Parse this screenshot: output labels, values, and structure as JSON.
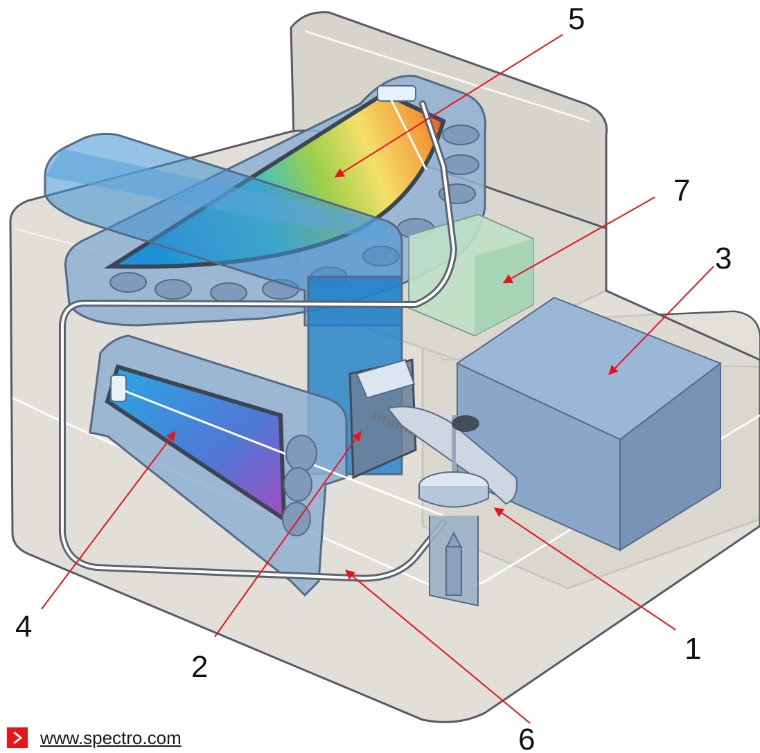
{
  "callouts": {
    "c1": "1",
    "c2": "2",
    "c3": "3",
    "c4": "4",
    "c5": "5",
    "c6": "6",
    "c7": "7"
  },
  "footer": {
    "url": "www.spectro.com",
    "icon": "chevron-right-icon"
  },
  "colors": {
    "arrow": "#e8141a",
    "housing": "#d3d0c6",
    "component_blue": "#8fb0d4",
    "accent_blue": "#1e7fc8",
    "detector_green": "#bfe0c7"
  }
}
